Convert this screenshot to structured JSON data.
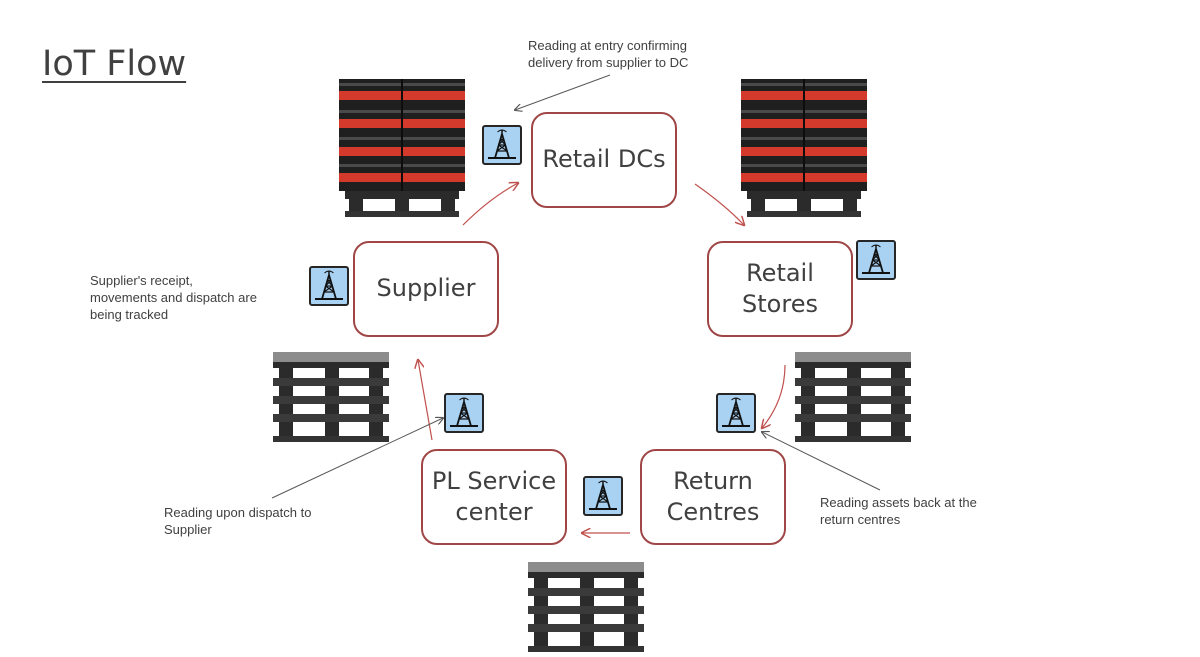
{
  "title": "IoT Flow",
  "nodes": {
    "retail_dcs": "Retail DCs",
    "retail_stores_line1": "Retail",
    "retail_stores_line2": "Stores",
    "supplier": "Supplier",
    "return_centres_line1": "Return",
    "return_centres_line2": "Centres",
    "pl_service_line1": "PL Service",
    "pl_service_line2": "center"
  },
  "notes": {
    "dc_entry_line1": "Reading at entry confirming",
    "dc_entry_line2": "delivery from supplier to DC",
    "supplier_line1": "Supplier's receipt,",
    "supplier_line2": "movements and dispatch are",
    "supplier_line3": "being tracked",
    "dispatch_line1": "Reading upon dispatch to",
    "dispatch_line2": "Supplier",
    "return_line1": "Reading assets back at the",
    "return_line2": "return centres"
  },
  "icons": {
    "reader": "rfid-reader-tower-icon",
    "full_pallet": "loaded-bottle-pallet-icon",
    "empty_pallet": "empty-pallet-stack-icon"
  },
  "colors": {
    "node_border": "#a04646",
    "arrow": "#c0504d",
    "reader_bg": "#a9d2f2",
    "text": "#404040"
  }
}
